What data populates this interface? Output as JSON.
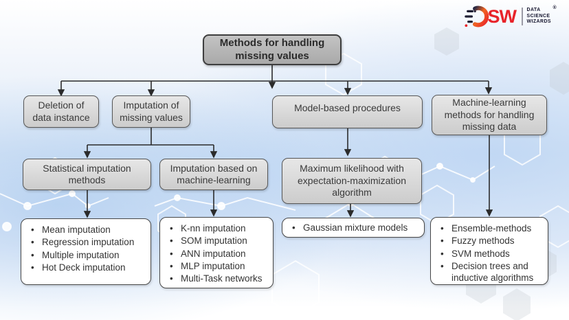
{
  "logo": {
    "abbr_sw": "SW",
    "registered": "®",
    "lines": [
      "DATA",
      "SCIENCE",
      "WIZARDS"
    ],
    "colors": {
      "brand_red": "#e8232a",
      "brand_orange": "#f26522",
      "brand_dark": "#1c1c34"
    }
  },
  "diagram": {
    "title": "Methods for handling missing values",
    "root": {
      "label": "Methods for handling\nmissing values"
    },
    "level2": {
      "deletion": {
        "label": "Deletion of data instance"
      },
      "imputation": {
        "label": "Imputation of missing values"
      },
      "model_based": {
        "label": "Model-based procedures"
      },
      "ml_methods": {
        "label": "Machine-learning methods for handling missing data"
      }
    },
    "level3": {
      "statistical": {
        "label": "Statistical imputation methods"
      },
      "imputation_ml": {
        "label": "Imputation based on machine-learning"
      },
      "max_likelihood": {
        "label": "Maximum likelihood with expectation-maximization algorithm"
      }
    },
    "leaves": {
      "statistical_list": {
        "items": [
          "Mean imputation",
          "Regression imputation",
          "Multiple imputation",
          "Hot Deck imputation"
        ]
      },
      "ml_imputation_list": {
        "items": [
          "K-nn imputation",
          "SOM imputation",
          "ANN imputation",
          "MLP imputation",
          "Multi-Task networks"
        ]
      },
      "model_based_list": {
        "items": [
          "Gaussian mixture models"
        ]
      },
      "ml_methods_list": {
        "items": [
          "Ensemble-methods",
          "Fuzzy methods",
          "SVM methods",
          "Decision trees and\ninductive algorithms"
        ]
      }
    },
    "colors": {
      "root_box_fill": "#b6b6b6",
      "branch_box_fill": "#d9d9d9",
      "leaf_box_fill": "#ffffff",
      "connector": "#2b2b2b",
      "background_blue": "#d8e5f6"
    }
  }
}
